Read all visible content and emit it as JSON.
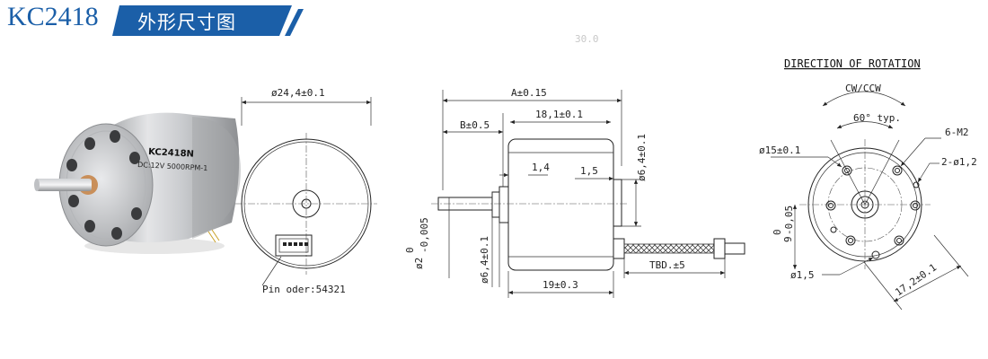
{
  "header": {
    "model": "KC2418",
    "banner": "外形尺寸图",
    "accent_color": "#1b5fa8",
    "ghost_text": "30.0"
  },
  "photo": {
    "label_line1": "KC2418N",
    "label_line2": "DC:12V  5000RPM-1"
  },
  "front_view": {
    "diameter": "ø24,4±0.1",
    "pin_order": "Pin oder:54321"
  },
  "side_view": {
    "overall_length": "A±0.15",
    "shaft_extension": "B±0.5",
    "body_length": "18,1±0.1",
    "dim_a": "1,4",
    "dim_b": "1,5",
    "boss_diameter": "ø6,4±0.1",
    "shaft_diameter": "ø2",
    "shaft_tol_upper": "0",
    "shaft_tol_lower": "-0,005",
    "boss_diameter_front": "ø6,4±0.1",
    "case_length": "19±0.3",
    "lead_length": "TBD.±5"
  },
  "rear_view": {
    "title": "DIRECTION OF ROTATION",
    "rotation": "CW/CCW",
    "angle": "60° typ.",
    "bolt_circle": "ø15±0.1",
    "holes_thread": "6-M2",
    "holes_plain": "2-ø1,2",
    "offset_dim": "9",
    "offset_tol_upper": "0",
    "offset_tol_lower": "-0,05",
    "small_hole": "ø1,5",
    "span": "17,2±0.1"
  }
}
